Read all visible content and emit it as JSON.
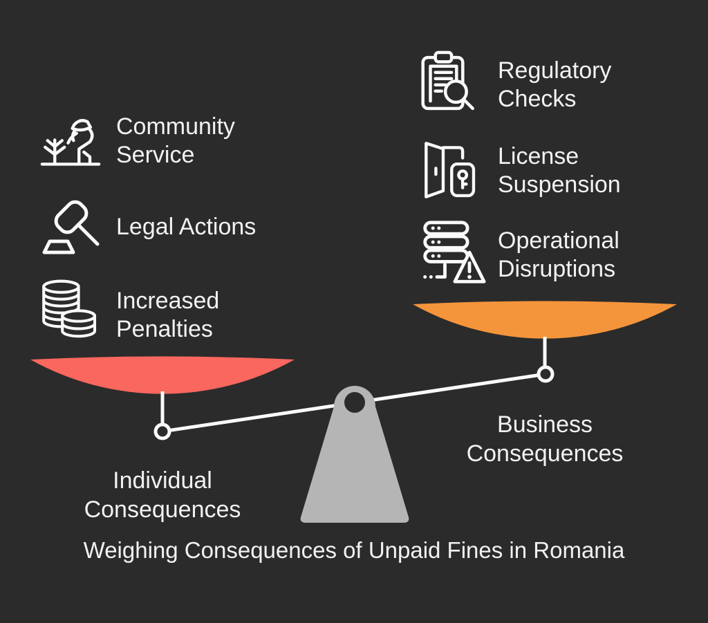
{
  "title": "Weighing Consequences of Unpaid Fines in Romania",
  "left_column": {
    "side_label": "Individual\nConsequences",
    "pan_color": "#FA675E",
    "items": [
      {
        "label": "Community\nService",
        "icon": "person-planting-tree-icon"
      },
      {
        "label": "Legal Actions",
        "icon": "gavel-icon"
      },
      {
        "label": "Increased\nPenalties",
        "icon": "coin-stacks-icon"
      }
    ]
  },
  "right_column": {
    "side_label": "Business\nConsequences",
    "pan_color": "#F5953B",
    "items": [
      {
        "label": "Regulatory\nChecks",
        "icon": "clipboard-magnifier-icon"
      },
      {
        "label": "License\nSuspension",
        "icon": "door-keycard-icon"
      },
      {
        "label": "Operational\nDisruptions",
        "icon": "server-warning-icon"
      }
    ]
  },
  "colors": {
    "background": "#2B2B2B",
    "text": "#F2F2F2",
    "line": "#FAFAFA",
    "fulcrum": "#B5B5B5",
    "left_pan": "#FA675E",
    "right_pan": "#F5953B"
  }
}
